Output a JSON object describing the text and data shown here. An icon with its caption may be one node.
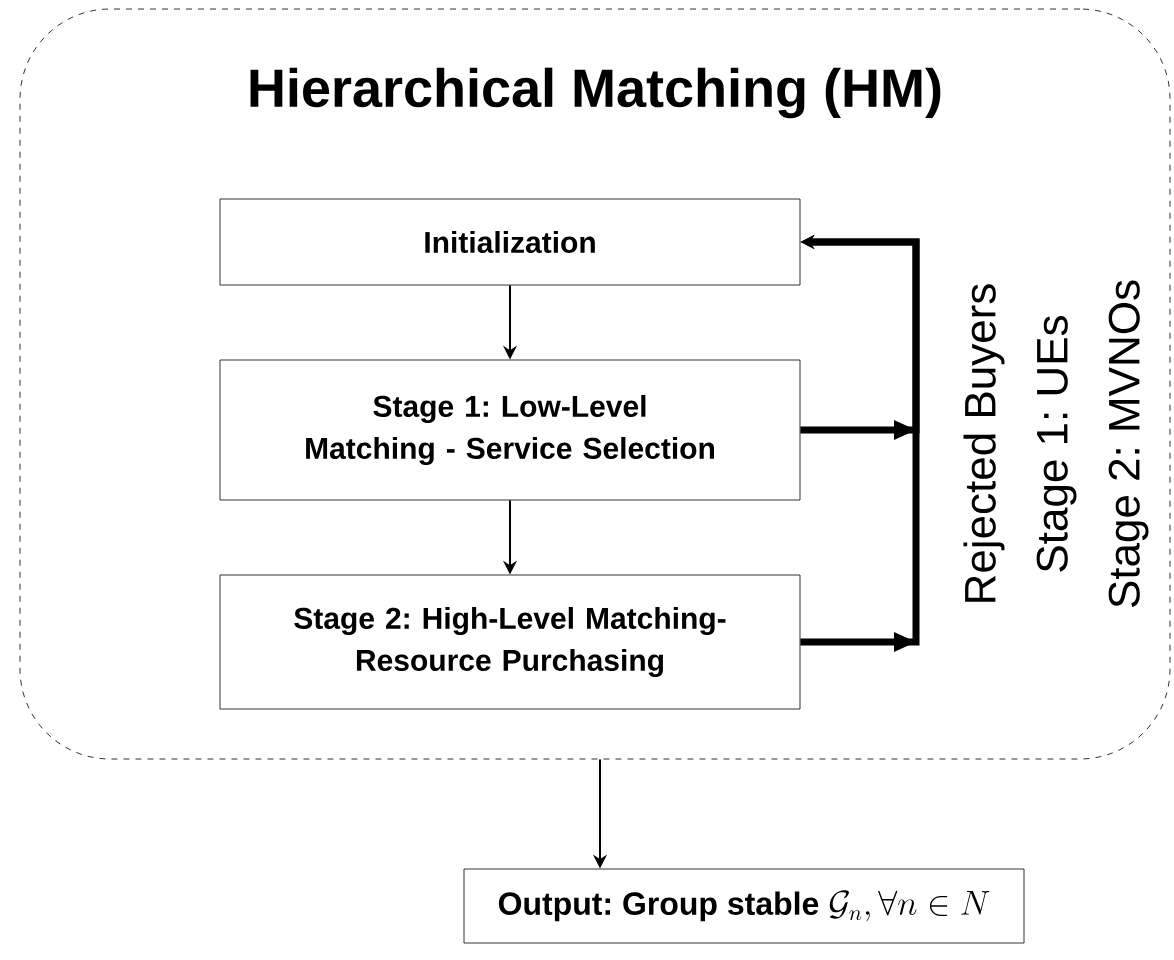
{
  "diagram": {
    "nodes": [
      {
        "text": [
          "Hierarchical Matching (HM)"
        ]
      },
      {
        "text": [
          "Initialization"
        ],
        "in": 0
      },
      {
        "text": [
          "Stage 1: Low-Level Matching - Service Selection"
        ],
        "in": 0
      },
      {
        "text": [
          "Stage 2: High-Level Matching- Resource Purchasing"
        ],
        "in": 0
      },
      {
        "text": [
          "Output: Group stable",
          "\\mathcal{G}_n, \\forall n \\in N"
        ]
      }
    ],
    "edges": [
      {
        "from": 1,
        "to": 2,
        "arrow": "to"
      },
      {
        "from": 2,
        "to": 3,
        "arrow": "to"
      },
      {
        "from": 2,
        "to": 1,
        "arrow": "to",
        "style": "thick"
      },
      {
        "from": 3,
        "to": 1,
        "arrow": "to",
        "style": "thick"
      },
      {
        "from": 0,
        "to": 4,
        "arrow": "to"
      }
    ],
    "labels": [
      "Rejected Buyers",
      "Stage 1: UEs",
      "Stage 2: MVNOs"
    ]
  }
}
